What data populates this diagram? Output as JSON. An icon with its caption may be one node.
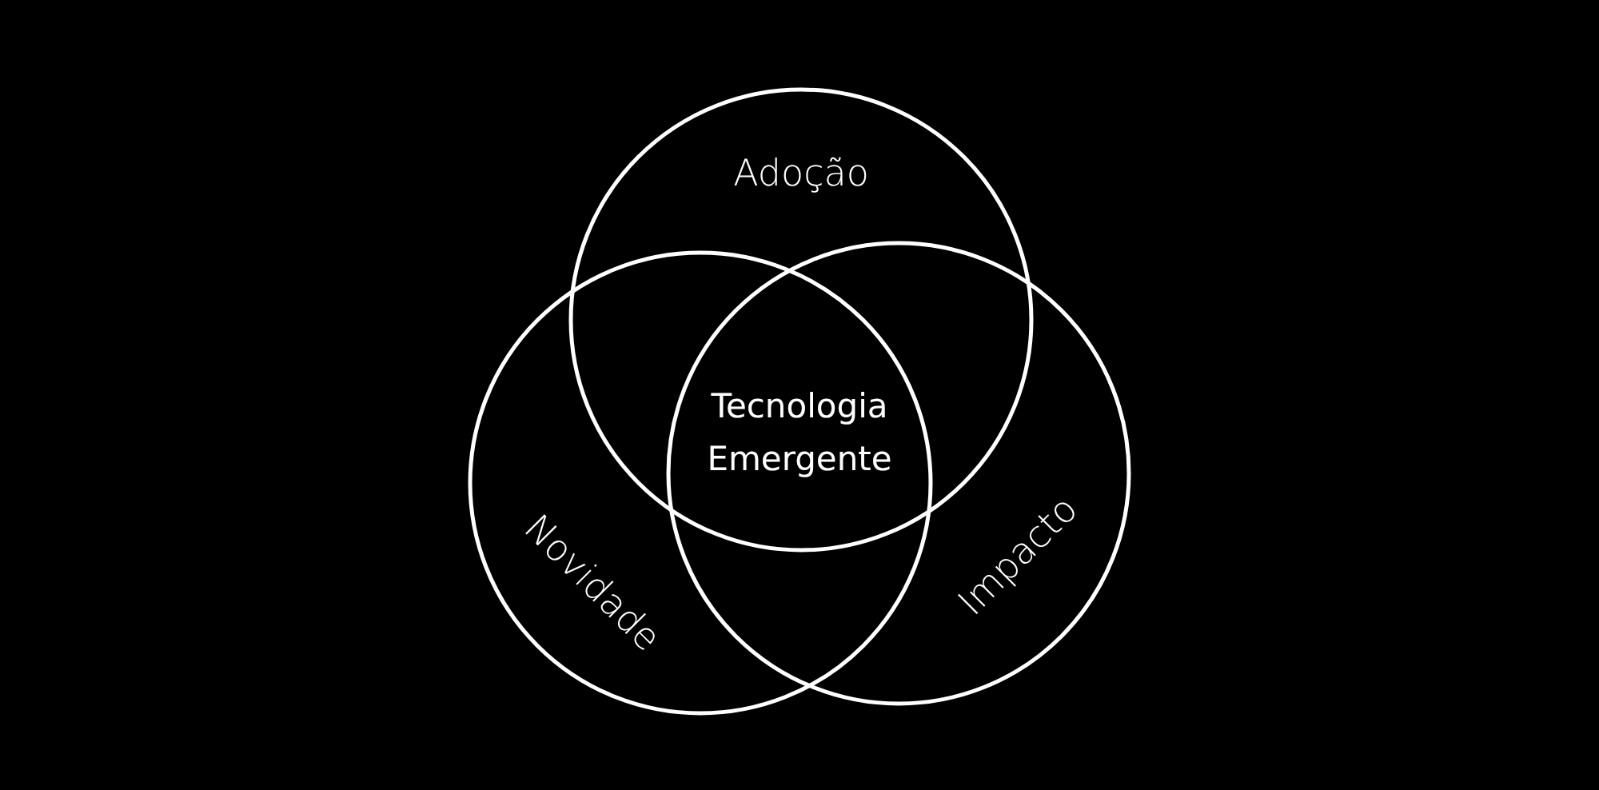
{
  "diagram": {
    "nodes": [
      {
        "text": [
          "Adoção"
        ]
      },
      {
        "text": [
          "Novidade"
        ]
      },
      {
        "text": [
          "Impacto"
        ]
      }
    ],
    "labels": [
      "Tecnologia Emergente"
    ]
  }
}
